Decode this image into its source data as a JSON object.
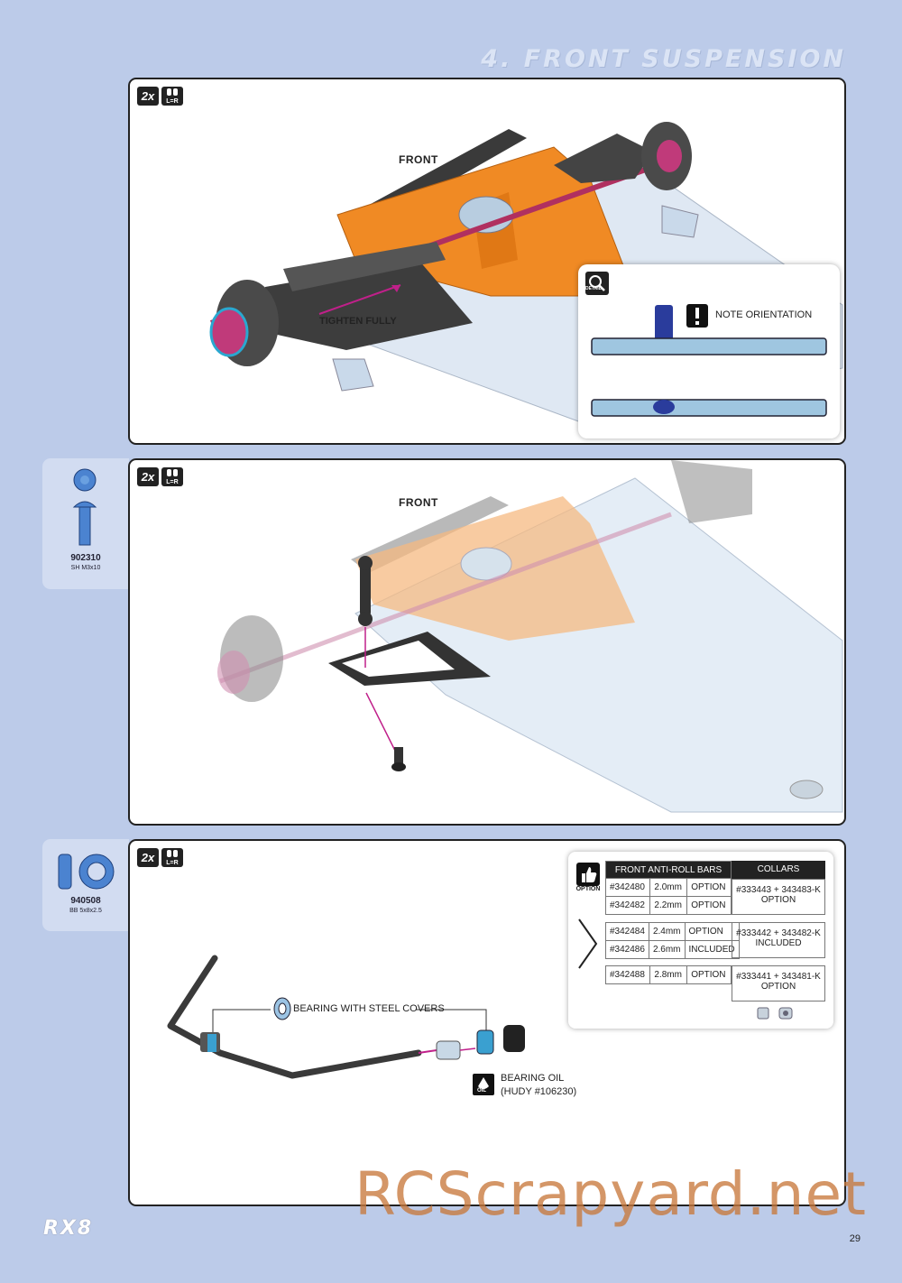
{
  "header": {
    "section_title": "4. FRONT SUSPENSION"
  },
  "steps": [
    {
      "qty_badge": "2x",
      "lr_badge": "L=R",
      "front_label": "FRONT",
      "annotation": "TIGHTEN FULLY",
      "detail": {
        "title": "DETAIL",
        "note": "NOTE ORIENTATION"
      }
    },
    {
      "qty_badge": "2x",
      "lr_badge": "L=R",
      "front_label": "FRONT"
    },
    {
      "qty_badge": "2x",
      "lr_badge": "L=R",
      "bearing_label": "BEARING WITH STEEL COVERS",
      "oil_label_1": "BEARING OIL",
      "oil_label_2": "(HUDY #106230)",
      "oil_icon": "OIL"
    }
  ],
  "parts": [
    {
      "number": "902310",
      "description": "SH M3x10"
    },
    {
      "number": "940508",
      "description": "BB 5x8x2.5"
    }
  ],
  "option_table": {
    "badge": "OPTION",
    "header_bars": "FRONT ANTI-ROLL BARS",
    "header_collars": "COLLARS",
    "rows": [
      {
        "part": "#342480",
        "size": "2.0mm",
        "status": "OPTION"
      },
      {
        "part": "#342482",
        "size": "2.2mm",
        "status": "OPTION"
      },
      {
        "part": "#342484",
        "size": "2.4mm",
        "status": "OPTION"
      },
      {
        "part": "#342486",
        "size": "2.6mm",
        "status": "INCLUDED"
      },
      {
        "part": "#342488",
        "size": "2.8mm",
        "status": "OPTION"
      }
    ],
    "collars": [
      {
        "parts": "#333443 + 343483-K",
        "status": "OPTION"
      },
      {
        "parts": "#333442 + 343482-K",
        "status": "INCLUDED"
      },
      {
        "parts": "#333441 + 343481-K",
        "status": "OPTION"
      }
    ]
  },
  "footer": {
    "logo": "RX8",
    "page_number": "29",
    "watermark": "RCScrapyard.net"
  }
}
